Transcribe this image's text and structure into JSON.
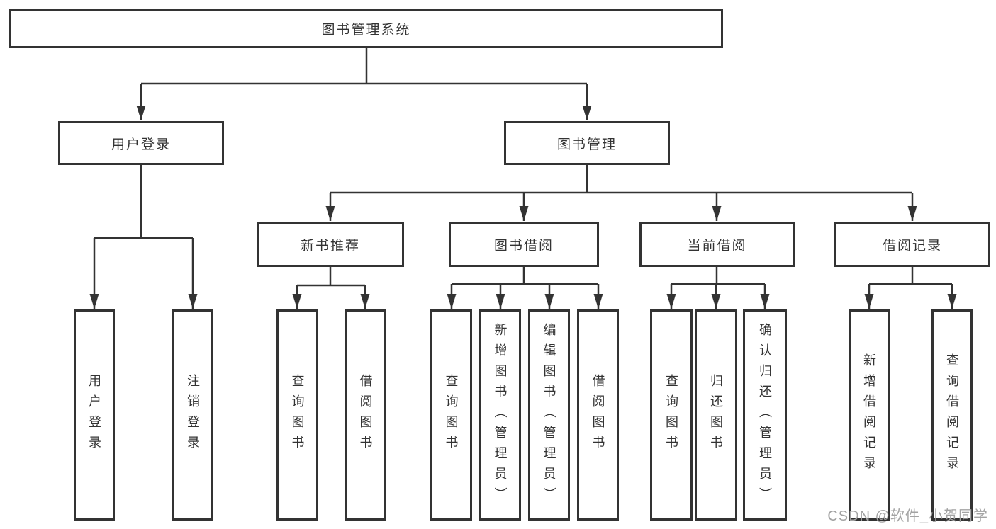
{
  "diagram_title": "图书管理系统",
  "colors": {
    "line": "#333333",
    "box_border": "#333333",
    "text": "#333333",
    "background": "#ffffff",
    "watermark": "#a3a3a3"
  },
  "tree": {
    "label": "图书管理系统",
    "children": [
      {
        "label": "用户登录",
        "children": [
          {
            "label": "用户登录"
          },
          {
            "label": "注销登录"
          }
        ]
      },
      {
        "label": "图书管理",
        "children": [
          {
            "label": "新书推荐",
            "children": [
              {
                "label": "查询图书"
              },
              {
                "label": "借阅图书"
              }
            ]
          },
          {
            "label": "图书借阅",
            "children": [
              {
                "label": "查询图书"
              },
              {
                "label": "新增图书（管理员）"
              },
              {
                "label": "编辑图书（管理员）"
              },
              {
                "label": "借阅图书"
              }
            ]
          },
          {
            "label": "当前借阅",
            "children": [
              {
                "label": "查询图书"
              },
              {
                "label": "归还图书"
              },
              {
                "label": "确认归还（管理员）"
              }
            ]
          },
          {
            "label": "借阅记录",
            "children": [
              {
                "label": "新增借阅记录"
              },
              {
                "label": "查询借阅记录"
              }
            ]
          }
        ]
      }
    ]
  },
  "watermark": {
    "text": "CSDN @软件_小贺同学"
  }
}
